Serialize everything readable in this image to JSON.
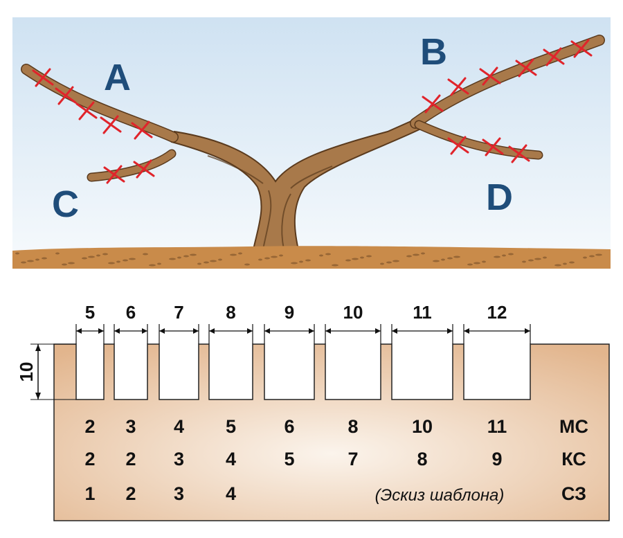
{
  "colors": {
    "sky_top": "#cfe2f2",
    "sky_bottom": "#f5f9fc",
    "soil": "#c98b4a",
    "bark": "#a8794a",
    "bark_dark": "#5a3a1d",
    "cut_mark": "#e0242b",
    "label_blue": "#1f4d7a",
    "template_light": "#fbf4ec",
    "template_dark": "#e2b58d"
  },
  "illustration": {
    "branch_labels": [
      "A",
      "B",
      "C",
      "D"
    ]
  },
  "template": {
    "height_label": "10",
    "slot_widths": [
      "5",
      "6",
      "7",
      "8",
      "9",
      "10",
      "11",
      "12"
    ],
    "rows": [
      {
        "label": "МС",
        "values": [
          "2",
          "3",
          "4",
          "5",
          "6",
          "8",
          "10",
          "11"
        ]
      },
      {
        "label": "КС",
        "values": [
          "2",
          "2",
          "3",
          "4",
          "5",
          "7",
          "8",
          "9"
        ]
      },
      {
        "label": "СЗ",
        "values": [
          "1",
          "2",
          "3",
          "4",
          "",
          "",
          "",
          ""
        ]
      }
    ],
    "caption": "(Эскиз шаблона)"
  }
}
